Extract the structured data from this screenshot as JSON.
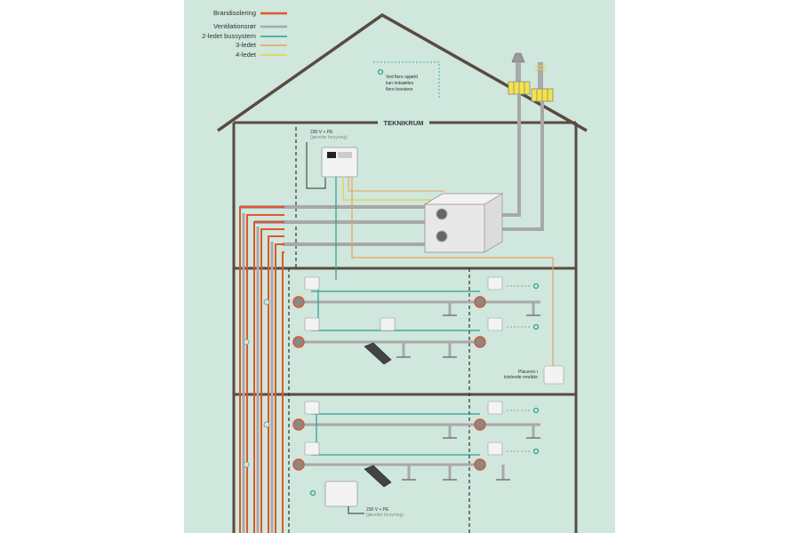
{
  "legend": {
    "items": [
      {
        "label": "Brandisolering",
        "color": "#e0562b"
      },
      {
        "label": "Ventilationsrør",
        "color": "#a8a8a8"
      },
      {
        "label": "2-ledet bussystem",
        "color": "#2f9b93"
      },
      {
        "label": "3-ledet",
        "color": "#e9a25c"
      },
      {
        "label": "4-ledet",
        "color": "#e8cf4a"
      }
    ]
  },
  "room_label": "TEKNIKRUM",
  "note": {
    "lines": [
      "Ved flere spjæld",
      "kan indsættes",
      "flere boostere"
    ]
  },
  "power_top": {
    "line1": "230 V + PE",
    "line2": "(jævnfør forsyning)"
  },
  "power_bottom": {
    "line1": "230 V + PE",
    "line2": "(jævnfør forsyning)"
  },
  "thermostat_label": {
    "line1": "Placeres i",
    "line2": "tvivlende område"
  },
  "colors": {
    "house_outline": "#5a4a40",
    "background": "#cfe7dc",
    "fire_insulation": "#e0562b",
    "duct": "#a8a8a8",
    "bus": "#2f9b93",
    "three_wire": "#e9a25c",
    "four_wire": "#e8cf4a"
  }
}
